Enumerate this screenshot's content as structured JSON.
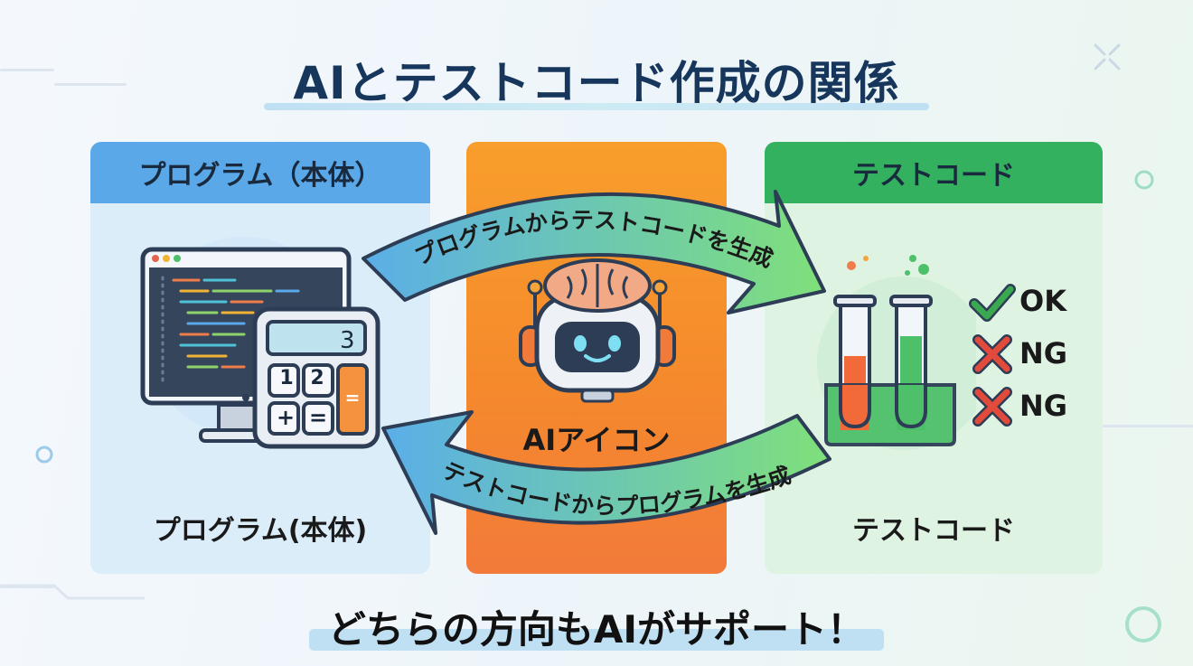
{
  "title": "AIとテストコード作成の関係",
  "left_panel": {
    "header": "プログラム（本体）",
    "caption": "プログラム(本体)",
    "calculator_display": "3",
    "calculator_keys": [
      "1",
      "2",
      "+",
      "=",
      "="
    ]
  },
  "center_panel": {
    "label": "AIアイコン"
  },
  "right_panel": {
    "header": "テストコード",
    "caption": "テストコード",
    "results": [
      {
        "label": "OK",
        "status": "pass"
      },
      {
        "label": "NG",
        "status": "fail"
      },
      {
        "label": "NG",
        "status": "fail"
      }
    ]
  },
  "arrows": {
    "top": "プログラムからテストコードを生成",
    "bottom": "テストコードからプログラムを生成"
  },
  "footer": "どちらの方向もAIがサポート！",
  "colors": {
    "left_header": "#5ba8e8",
    "center_panel": "#f58a2c",
    "right_header": "#33b15f",
    "pass": "#3aa84f",
    "fail": "#e24a3b"
  }
}
